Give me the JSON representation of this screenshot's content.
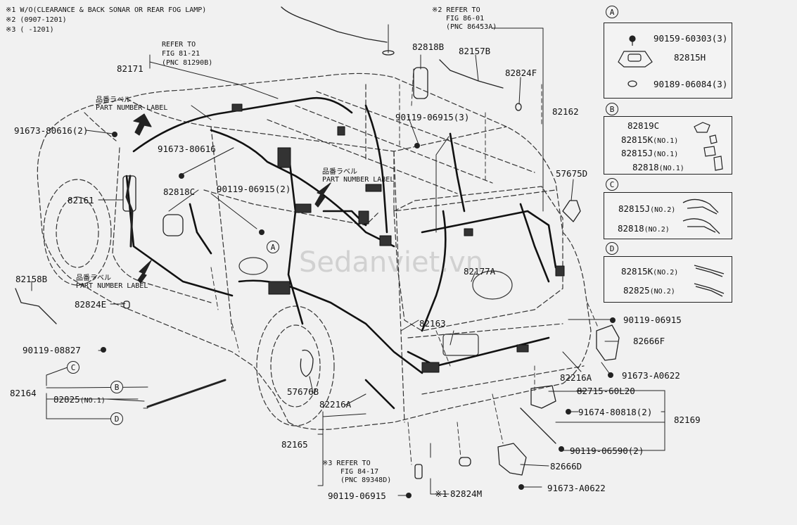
{
  "notes": [
    "※1 W/O(CLEARANCE & BACK SONAR OR REAR FOG LAMP)",
    "※2 (0907-1201)",
    "※3 (      -1201)"
  ],
  "refs": {
    "r2": [
      "※2 REFER TO",
      "FIG 86-01",
      "(PNC 86453A)"
    ],
    "r8121": [
      "REFER TO",
      "FIG 81-21",
      "(PNC 81290B)"
    ],
    "r3": [
      "※3 REFER TO",
      "FIG 84-17",
      "(PNC 89348D)"
    ]
  },
  "labels": {
    "jp1": "品番ラベル",
    "pnl1": "PART NUMBER LABEL",
    "jp2": "品番ラベル",
    "pnl2": "PART NUMBER LABEL",
    "jp3": "品番ラベル",
    "pnl3": "PART NUMBER LABEL"
  },
  "parts": {
    "p82171": "82171",
    "p91673_80616_2": "91673-80616(2)",
    "p91673_80616": "91673-80616",
    "p82818C": "82818C",
    "p82161": "82161",
    "p90119_06915_2": "90119-06915(2)",
    "p82158B": "82158B",
    "p82824E": "82824E",
    "p90119_08827": "90119-08827",
    "p82164": "82164",
    "p82825_no1": "82825",
    "p82825_no1_sfx": "(NO.1)",
    "p57676B": "57676B",
    "p82216A_low": "82216A",
    "p82165": "82165",
    "p90119_06915_bottom": "90119-06915",
    "p82824M_mark": "※1",
    "p82824M": "82824M",
    "p82818B": "82818B",
    "p82157B": "82157B",
    "p82824F": "82824F",
    "p90119_06915_3": "90119-06915(3)",
    "p82162": "82162",
    "p57675D": "57675D",
    "p82177A": "82177A",
    "p82163": "82163",
    "p90119_06915_right": "90119-06915",
    "p82666F": "82666F",
    "p91673_A0622_1": "91673-A0622",
    "p82216A": "82216A",
    "p82715_60L20": "82715-60L20",
    "p91674_80818_2": "91674-80818(2)",
    "p82169": "82169",
    "p90119_06590_2": "90119-06590(2)",
    "p82666D": "82666D",
    "p91673_A0622_2": "91673-A0622"
  },
  "markers": {
    "A": "A",
    "B": "B",
    "C": "C",
    "D": "D"
  },
  "panels": {
    "A": {
      "letter": "A",
      "items": [
        {
          "part": "90159-60303(3)",
          "suffix": ""
        },
        {
          "part": "82815H",
          "suffix": ""
        },
        {
          "part": "90189-06084(3)",
          "suffix": ""
        }
      ]
    },
    "B": {
      "letter": "B",
      "items": [
        {
          "part": "82819C",
          "suffix": ""
        },
        {
          "part": "82815K",
          "suffix": "(NO.1)"
        },
        {
          "part": "82815J",
          "suffix": "(NO.1)"
        },
        {
          "part": "82818",
          "suffix": "(NO.1)"
        }
      ]
    },
    "C": {
      "letter": "C",
      "items": [
        {
          "part": "82815J",
          "suffix": "(NO.2)"
        },
        {
          "part": "82818",
          "suffix": "(NO.2)"
        }
      ]
    },
    "D": {
      "letter": "D",
      "items": [
        {
          "part": "82815K",
          "suffix": "(NO.2)"
        },
        {
          "part": "82825",
          "suffix": "(NO.2)"
        }
      ]
    }
  },
  "watermark": "Sedanviet.vn"
}
